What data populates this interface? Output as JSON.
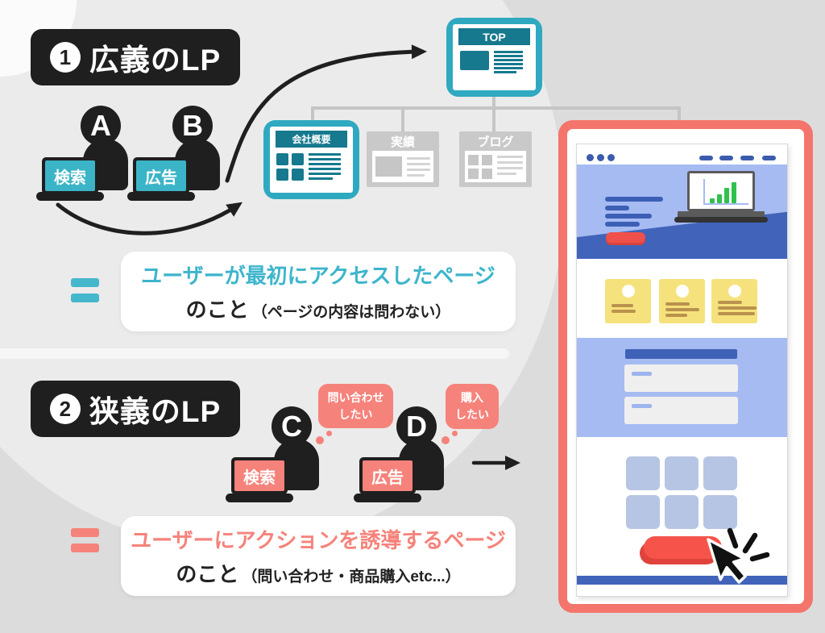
{
  "section1": {
    "title": {
      "number": "1",
      "label": "広義のLP"
    },
    "users": [
      {
        "letter": "A",
        "device_label": "検索"
      },
      {
        "letter": "B",
        "device_label": "広告"
      }
    ],
    "site_tree": {
      "top": {
        "label": "TOP"
      },
      "children": [
        {
          "label": "会社概要",
          "highlighted": true
        },
        {
          "label": "実績",
          "highlighted": false
        },
        {
          "label": "ブログ",
          "highlighted": false
        }
      ]
    },
    "definition": {
      "line1": "ユーザーが最初にアクセスしたページ",
      "line2_main": "のこと",
      "line2_sub": "（ページの内容は問わない）"
    }
  },
  "section2": {
    "title": {
      "number": "2",
      "label": "狭義のLP"
    },
    "users": [
      {
        "letter": "C",
        "device_label": "検索",
        "thought_line1": "問い合わせ",
        "thought_line2": "したい"
      },
      {
        "letter": "D",
        "device_label": "広告",
        "thought_line1": "購入",
        "thought_line2": "したい"
      }
    ],
    "definition": {
      "line1": "ユーザーにアクションを誘導するページ",
      "line2_main": "のこと",
      "line2_sub": "（問い合わせ・商品購入etc...）"
    }
  },
  "colors": {
    "teal": "#3cb4c7",
    "teal_frame": "#2fa9c0",
    "teal_dark": "#16798e",
    "teal_accent": "#45b7cd",
    "pink": "#f5837b",
    "red": "#f0504a",
    "red_frame": "#f4756c",
    "dark": "#1f1f1f",
    "blue": "#4164ba",
    "periwinkle": "#a6bbf2",
    "yellow": "#f6e27c",
    "gray_page": "#c9c9c9"
  }
}
